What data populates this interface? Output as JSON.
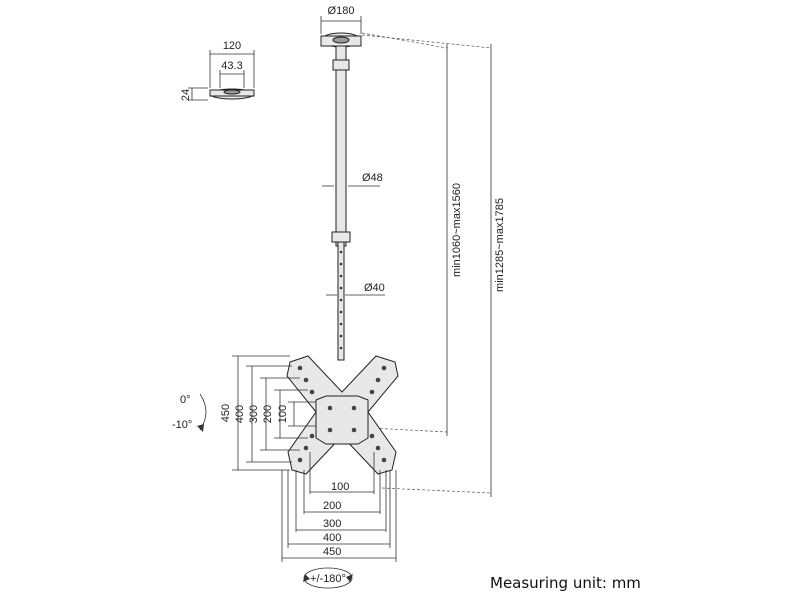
{
  "labels": {
    "ceiling_plate_diameter": "Ø180",
    "base_width": "120",
    "base_inner": "43.3",
    "base_height": "24",
    "upper_pole_diameter": "Ø48",
    "lower_pole_diameter": "Ø40",
    "height_short": "min1060~max1560",
    "height_long": "min1285~max1785",
    "tilt_top": "0°",
    "tilt_bottom": "-10°",
    "vesa_v450": "450",
    "vesa_v400": "400",
    "vesa_v300": "300",
    "vesa_v200": "200",
    "vesa_v100": "100",
    "vesa_h100": "100",
    "vesa_h200": "200",
    "vesa_h300": "300",
    "vesa_h400": "400",
    "vesa_h450": "450",
    "rotation": "+/-180°",
    "measuring_unit": "Measuring unit: mm"
  }
}
